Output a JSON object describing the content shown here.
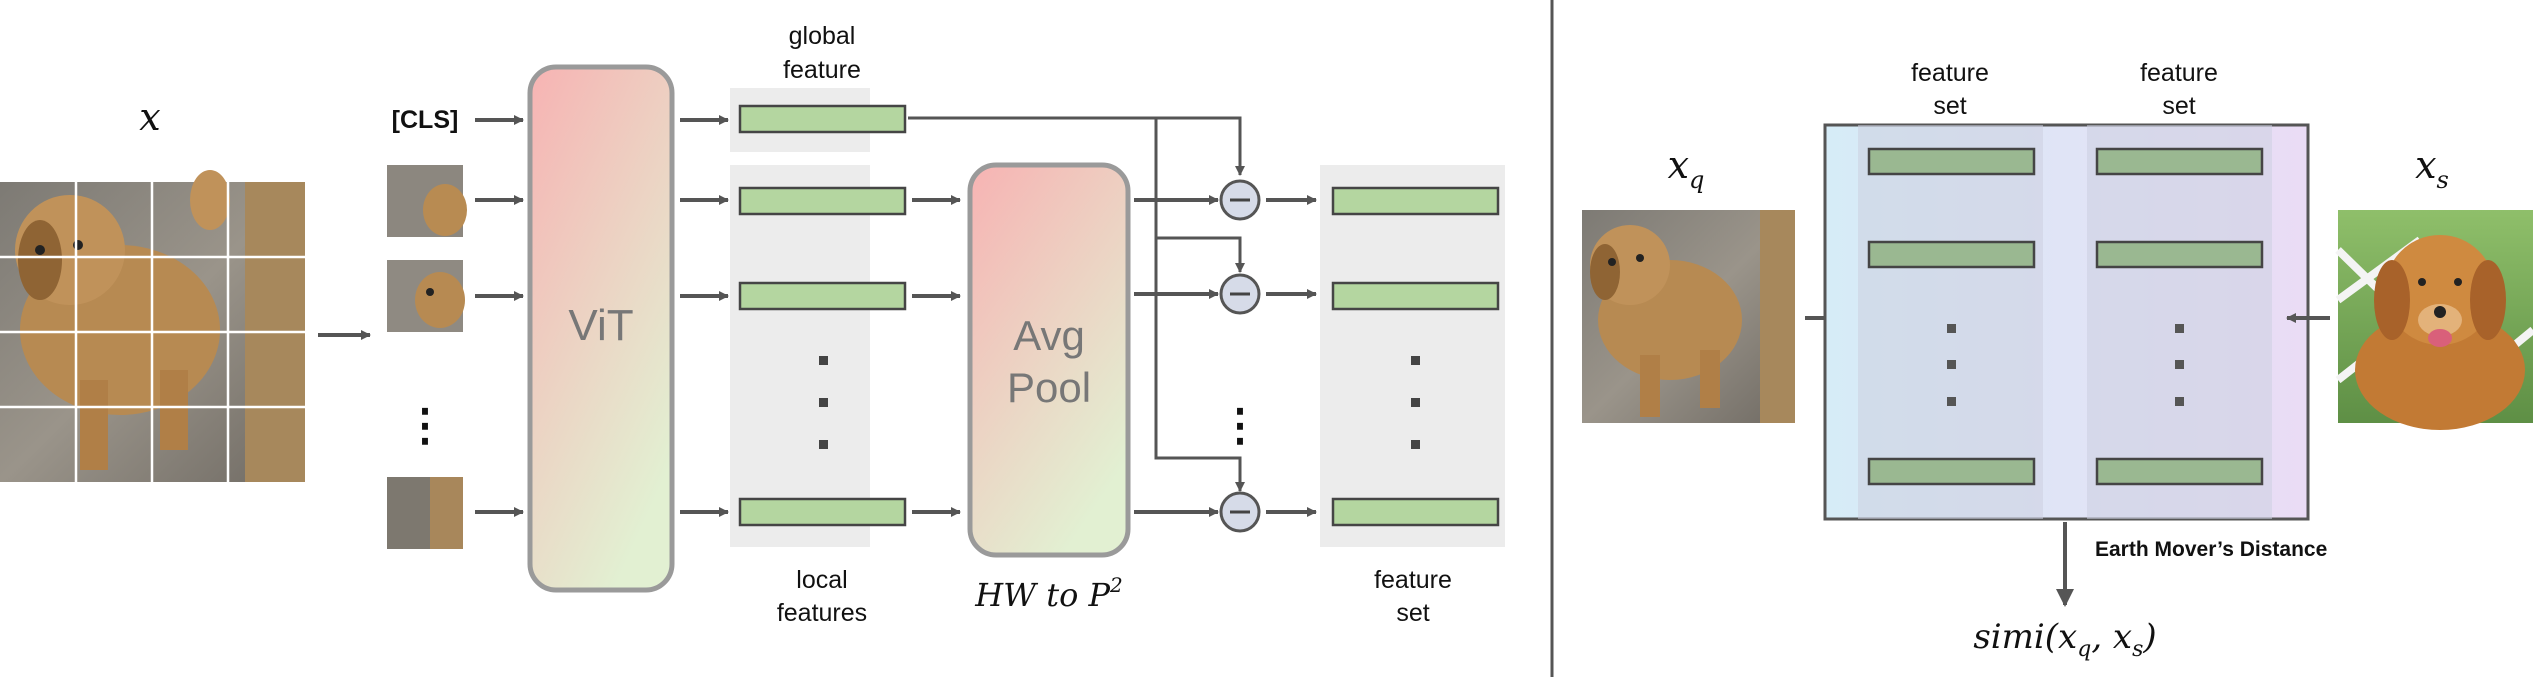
{
  "left": {
    "input_label": "x",
    "cls_label": "[CLS]",
    "vit_label": "ViT",
    "global_label": [
      "global",
      "feature"
    ],
    "local_label": [
      "local",
      "features"
    ],
    "pool_label": [
      "Avg",
      "Pool"
    ],
    "pool_formula": "HW to P",
    "pool_exponent": "2",
    "feature_set_label": [
      "feature",
      "set"
    ],
    "dots": "⋮"
  },
  "right": {
    "query_label": "x",
    "query_sub": "q",
    "support_label": "x",
    "support_sub": "s",
    "set_a_label": [
      "feature",
      "set"
    ],
    "set_b_label": [
      "feature",
      "set"
    ],
    "emd_label": "Earth Mover’s Distance",
    "similarity_label": "simi(x",
    "similarity_sub1": "q",
    "similarity_mid": ", x",
    "similarity_sub2": "s",
    "similarity_end": ")"
  },
  "colors": {
    "token": "#b4d6a0",
    "token_border": "#454545",
    "arrow": "#555555",
    "panel_gray": "#ececec",
    "box_top": "#f6b6b6",
    "box_bottom": "#e3f0d3",
    "box_border": "#9a9a9a",
    "dog_fur": "#b78a52",
    "ground": "#8d877e"
  }
}
